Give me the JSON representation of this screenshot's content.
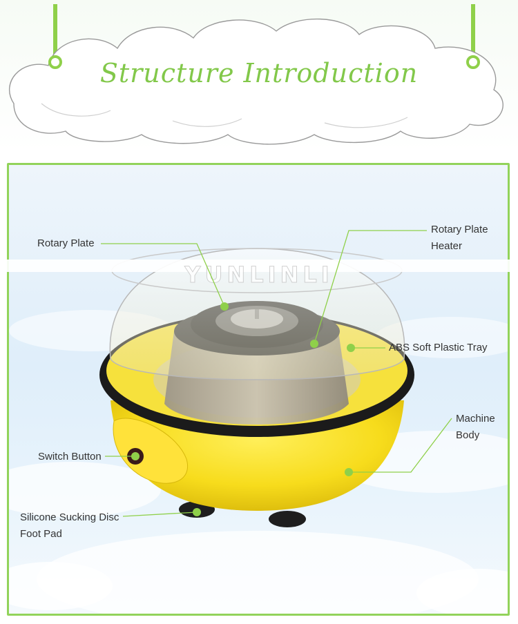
{
  "header": {
    "title": "Structure Introduction"
  },
  "watermark": "YUNLINLI",
  "accent_color": "#82c84a",
  "product": {
    "name_icon": "cotton-candy-machine-icon",
    "labels": {
      "rotary_plate": "Rotary Plate",
      "rotary_plate_heater_line1": "Rotary Plate",
      "rotary_plate_heater_line2": "Heater",
      "abs_tray": "ABS Soft Plastic Tray",
      "machine_body_line1": "Machine",
      "machine_body_line2": "Body",
      "switch_button": "Switch Button",
      "foot_pad_line1": "Silicone Sucking Disc",
      "foot_pad_line2": "Foot Pad"
    }
  }
}
